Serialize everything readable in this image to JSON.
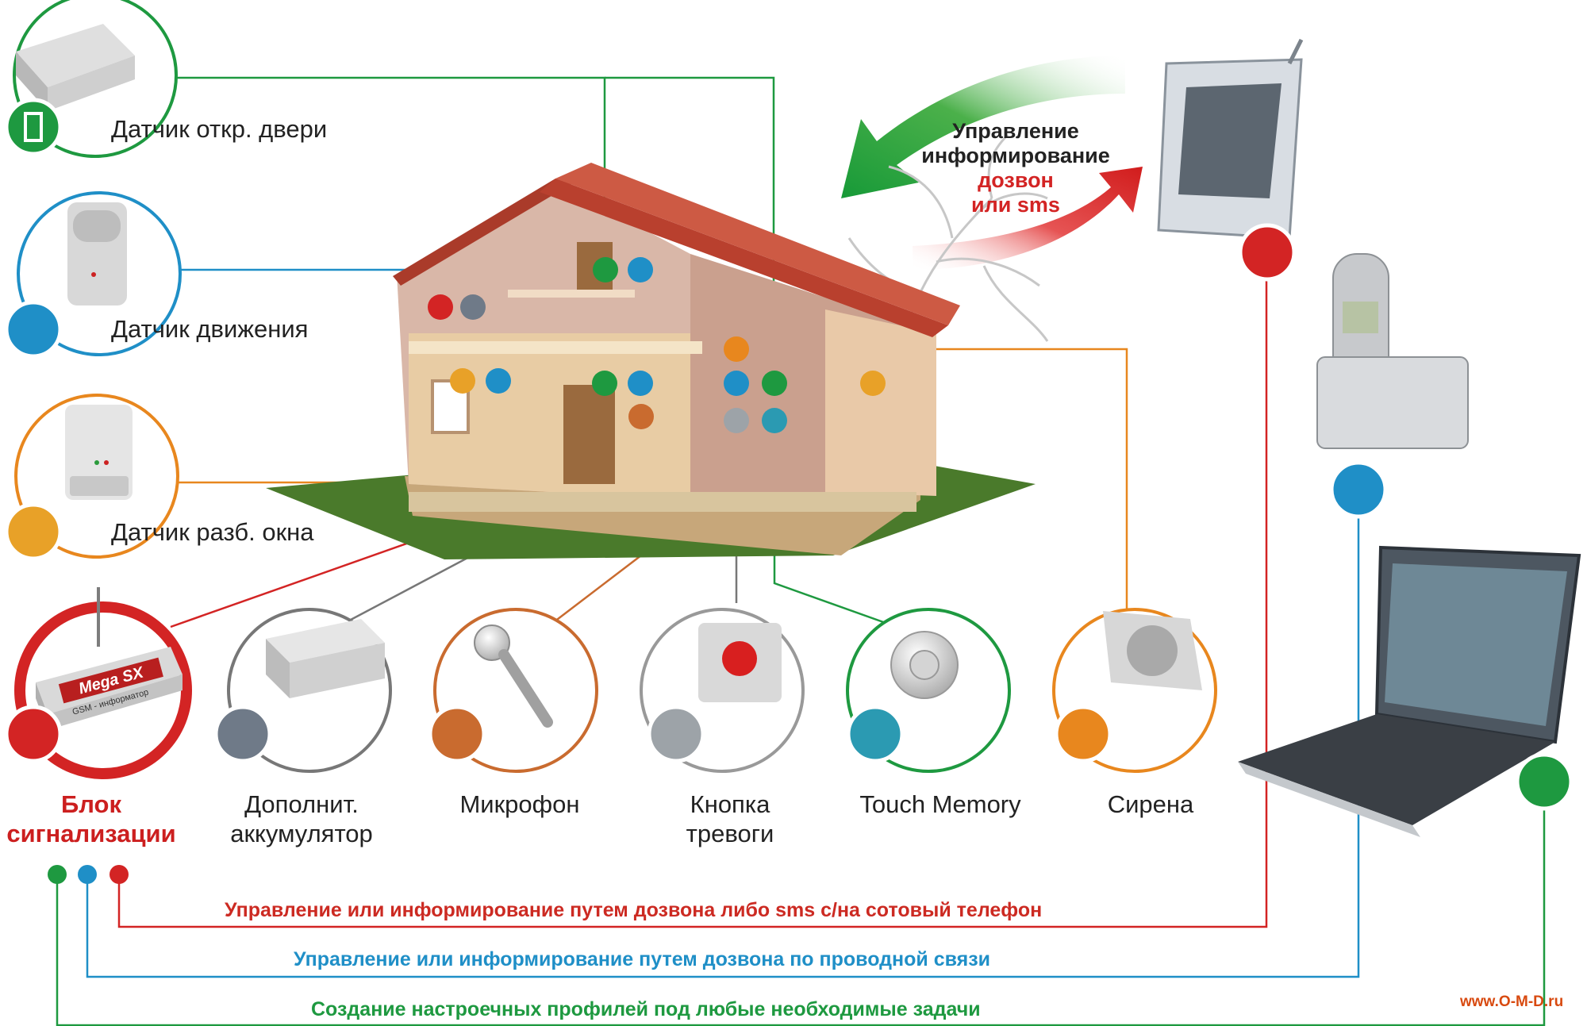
{
  "colors": {
    "red": "#d32424",
    "blue": "#1f8fc7",
    "green": "#1e9940",
    "orange": "#e8871e",
    "gray": "#777777",
    "roof": "#b9402e",
    "grass": "#4a7a2b"
  },
  "sensors": [
    {
      "label": "Датчик откр. двери",
      "icon": "door-icon"
    },
    {
      "label": "Датчик движения",
      "icon": "running-man-icon"
    },
    {
      "label": "Датчик разб. окна",
      "icon": "window-icon"
    }
  ],
  "devices": [
    {
      "label_1": "Блок",
      "label_2": "сигнализации",
      "badge_text": "Mega SX",
      "badge_sub": "GSM - информатор",
      "icon": "phone-keypad-icon"
    },
    {
      "label_1": "Дополнит.",
      "label_2": "аккумулятор",
      "icon": "battery-icon"
    },
    {
      "label_1": "Микрофон",
      "icon": "microphone-icon"
    },
    {
      "label_1": "Кнопка",
      "label_2": "тревоги",
      "icon": "alarm-button-icon"
    },
    {
      "label_1": "Touch Memory",
      "icon": "touch-memory-icon"
    },
    {
      "label_1": "Сирена",
      "icon": "speaker-icon"
    }
  ],
  "control": {
    "line1": "Управление",
    "line2": "информирование",
    "line3": "дозвон",
    "line4": "или sms"
  },
  "channels": [
    {
      "text": "Управление или информирование путем дозвона либо sms с/на сотовый телефон",
      "color": "#cc2a22"
    },
    {
      "text": "Управление или информирование путем дозвона по проводной связи",
      "color": "#1f8fc7"
    },
    {
      "text": "Создание настроечных профилей под любые необходимые задачи",
      "color": "#1e9940"
    }
  ],
  "targets": [
    {
      "icon": "cellphone-icon"
    },
    {
      "icon": "landline-phone-icon"
    },
    {
      "icon": "laptop-icon"
    }
  ],
  "website": "www.O-M-D.ru"
}
